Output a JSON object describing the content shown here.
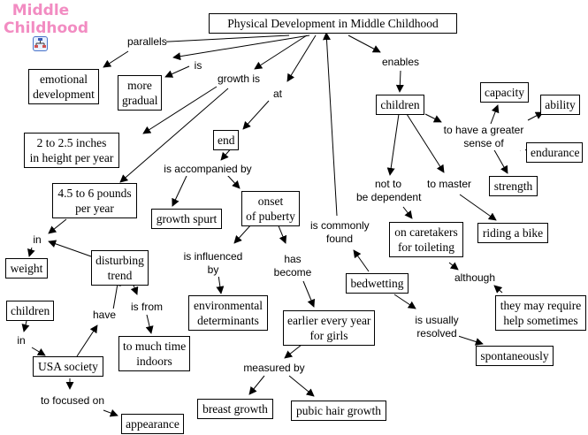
{
  "map_title": {
    "line1": "Middle",
    "line2": "Childhood"
  },
  "map_icon": "concept-map-icon",
  "colors": {
    "title": "#f28cc2",
    "line": "#000000",
    "icon_border": "#4a74c9"
  },
  "concepts": {
    "root": "Physical Development in Middle Childhood",
    "emotional": [
      "emotional",
      "development"
    ],
    "gradual": [
      "more",
      "gradual"
    ],
    "height": [
      "2 to 2.5 inches",
      "in height per year"
    ],
    "pounds": [
      "4.5 to 6 pounds",
      "per year"
    ],
    "weight": "weight",
    "disturbing": [
      "disturbing",
      "trend"
    ],
    "children_left": "children",
    "usa": "USA society",
    "indoors": [
      "to much time",
      "indoors"
    ],
    "appearance": "appearance",
    "end": "end",
    "spurt": "growth spurt",
    "puberty": [
      "onset",
      "of puberty"
    ],
    "environmental": [
      "environmental",
      "determinants"
    ],
    "earlier": [
      "earlier every year",
      "for girls"
    ],
    "breast": "breast growth",
    "pubic": "pubic hair growth",
    "children_right": "children",
    "capacity": "capacity",
    "ability": "ability",
    "endurance": "endurance",
    "strength": "strength",
    "caretakers": [
      "on caretakers",
      "for toileting"
    ],
    "bike": "riding a bike",
    "bedwetting": "bedwetting",
    "help": [
      "they may require",
      "help sometimes"
    ],
    "spontaneously": "spontaneously"
  },
  "links": {
    "parallels": "parallels",
    "is": "is",
    "growth_is": "growth is",
    "at": "at",
    "enables": "enables",
    "accompanied": "is accompanied by",
    "in_weight": "in",
    "influenced": [
      "is influenced",
      "by"
    ],
    "has_become": [
      "has",
      "become"
    ],
    "commonly_found": [
      "is commonly",
      "found"
    ],
    "have": "have",
    "is_from": "is from",
    "in_usa": "in",
    "focused": "to focused on",
    "measured": "measured by",
    "greater": [
      "to have a greater",
      "sense of"
    ],
    "not_dependent": [
      "not to",
      "be dependent"
    ],
    "to_master": "to master",
    "although": "although",
    "usually_resolved": [
      "is usually",
      "resolved"
    ]
  }
}
